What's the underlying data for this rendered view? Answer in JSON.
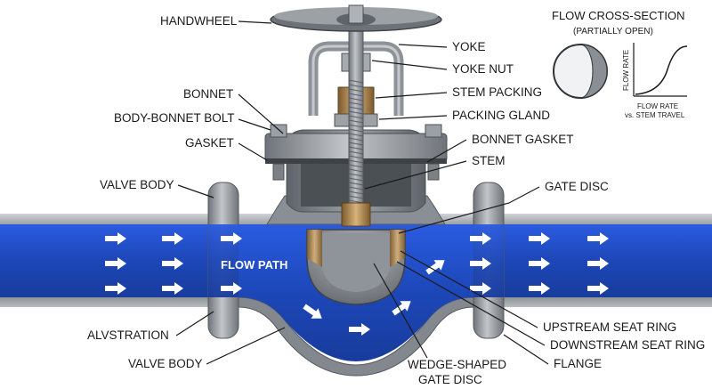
{
  "labels": {
    "handwheel": "HANDWHEEL",
    "bonnet": "BONNET",
    "body_bonnet_bolt": "BODY-BONNET BOLT",
    "gasket": "GASKET",
    "valve_body_top": "VALVE BODY",
    "alvstration": "ALVSTRATION",
    "valve_body_bottom": "VALVE BODY",
    "yoke": "YOKE",
    "yoke_nut": "YOKE NUT",
    "stem_packing": "STEM PACKING",
    "packing_gland": "PACKING GLAND",
    "bonnet_gasket": "BONNET GASKET",
    "stem": "STEM",
    "gate_disc": "GATE DISC",
    "upstream_seat_ring": "UPSTREAM SEAT RING",
    "downstream_seat_ring": "DOWNSTREAM SEAT RING",
    "flange": "FLANGE",
    "wedge_line1": "WEDGE-SHAPED",
    "wedge_line2": "GATE DISC",
    "flow_path": "FLOW PATH"
  },
  "inset": {
    "title": "FLOW CROSS-SECTION",
    "subtitle": "(PARTIALLY OPEN)",
    "y_axis": "FLOW RATE",
    "x_axis_line1": "FLOW RATE",
    "x_axis_line2": "vs. STEM TRAVEL"
  },
  "colors": {
    "flow": "#1f4fc9",
    "steel": "#8e949a",
    "bronze": "#b08a55",
    "arrow": "#ffffff"
  }
}
